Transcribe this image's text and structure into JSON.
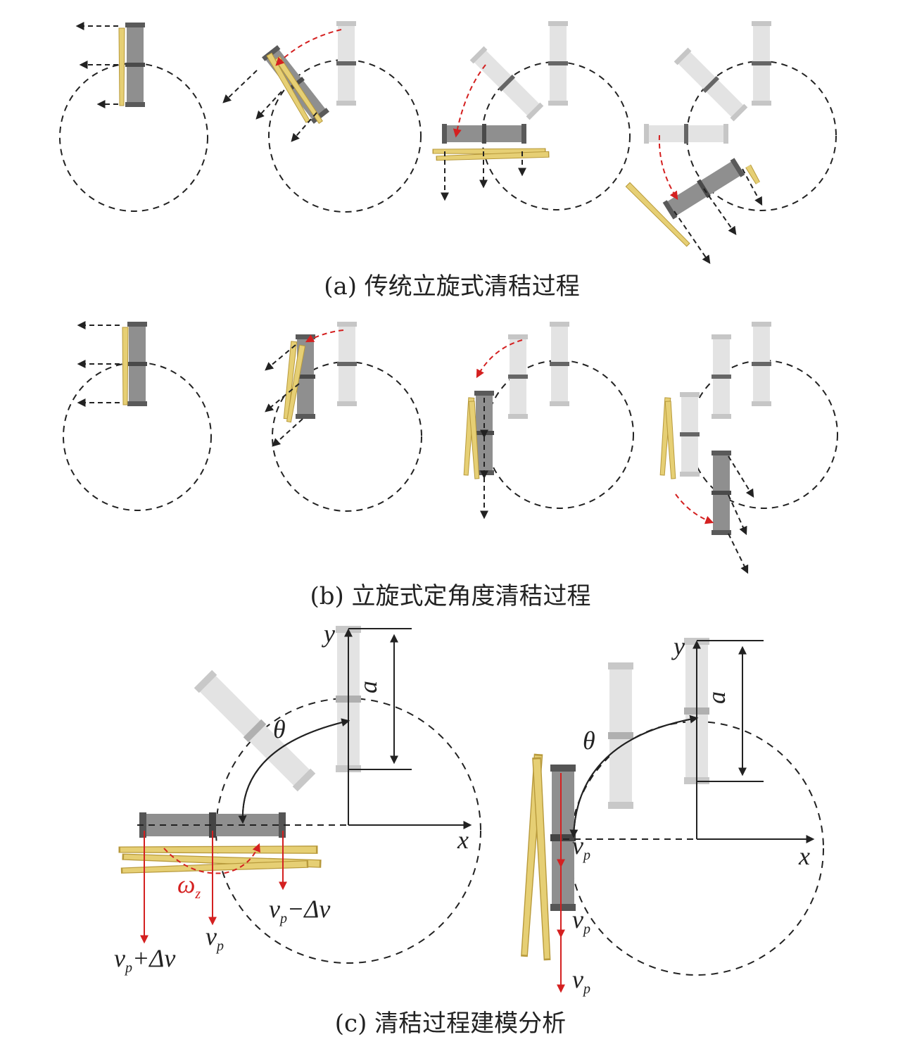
{
  "captions": {
    "a": "(a) 传统立旋式清秸过程",
    "b": "(b) 立旋式定角度清秸过程",
    "c": "(c) 清秸过程建模分析"
  },
  "symbols": {
    "theta": "θ",
    "x": "x",
    "y": "y",
    "a": "a",
    "omega": "ω",
    "omega_sub": "z",
    "v": "v",
    "v_sub": "p",
    "plus_delta": "+Δv",
    "minus_delta": "−Δv"
  },
  "colors": {
    "red_arrow": "#d42020",
    "dark_arrow": "#222222",
    "blade_active": "#8f8f8f",
    "blade_ghost": "#e1e1e1",
    "straw": "#e6cf74"
  }
}
